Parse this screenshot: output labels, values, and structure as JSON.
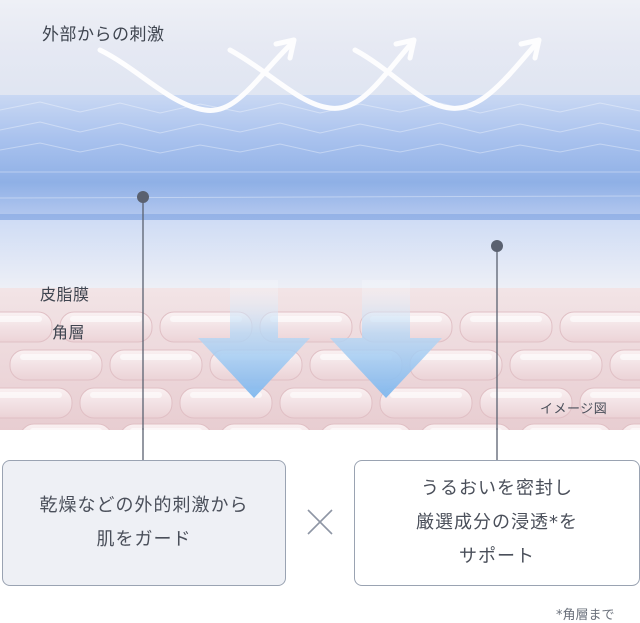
{
  "labels": {
    "external_stimulus": "外部からの刺激",
    "sebum_membrane": "皮脂膜",
    "horny_layer": "角層",
    "image_note": "イメージ図"
  },
  "left_box": {
    "line1": "乾燥などの外的刺激から",
    "line2": "肌をガード"
  },
  "right_box": {
    "line1": "うるおいを密封し",
    "line2": "厳選成分の浸透*を",
    "line3": "サポート"
  },
  "footnote": "*角層まで",
  "colors": {
    "sky_top": "#e8ebf4",
    "barrier_blue": "#8fb0e6",
    "skin_pink": "#e9cdd0",
    "arrow_blue": "#8ec2f0",
    "box_border": "#9aa3b2",
    "connector": "#5a6170"
  }
}
